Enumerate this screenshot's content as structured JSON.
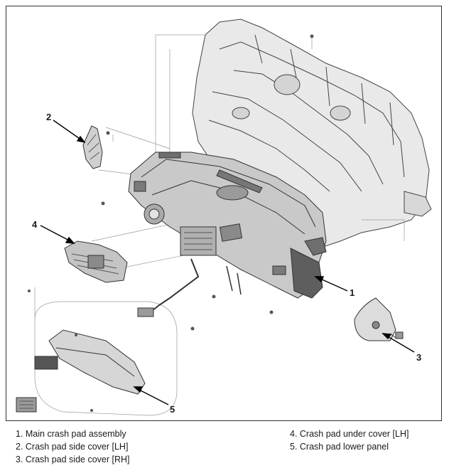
{
  "callouts": {
    "c1": "1",
    "c2": "2",
    "c3": "3",
    "c4": "4",
    "c5": "5"
  },
  "legend": {
    "left": [
      "1. Main crash pad assembly",
      "2. Crash pad side cover [LH]",
      "3. Crash pad side cover [RH]"
    ],
    "right": [
      "4. Crash pad under cover [LH]",
      "5. Crash pad lower panel"
    ]
  },
  "colors": {
    "line": "#333333",
    "light_line": "#9a9a9a",
    "part_fill": "#cfcfcf",
    "dark_fill": "#6e6e6e"
  }
}
